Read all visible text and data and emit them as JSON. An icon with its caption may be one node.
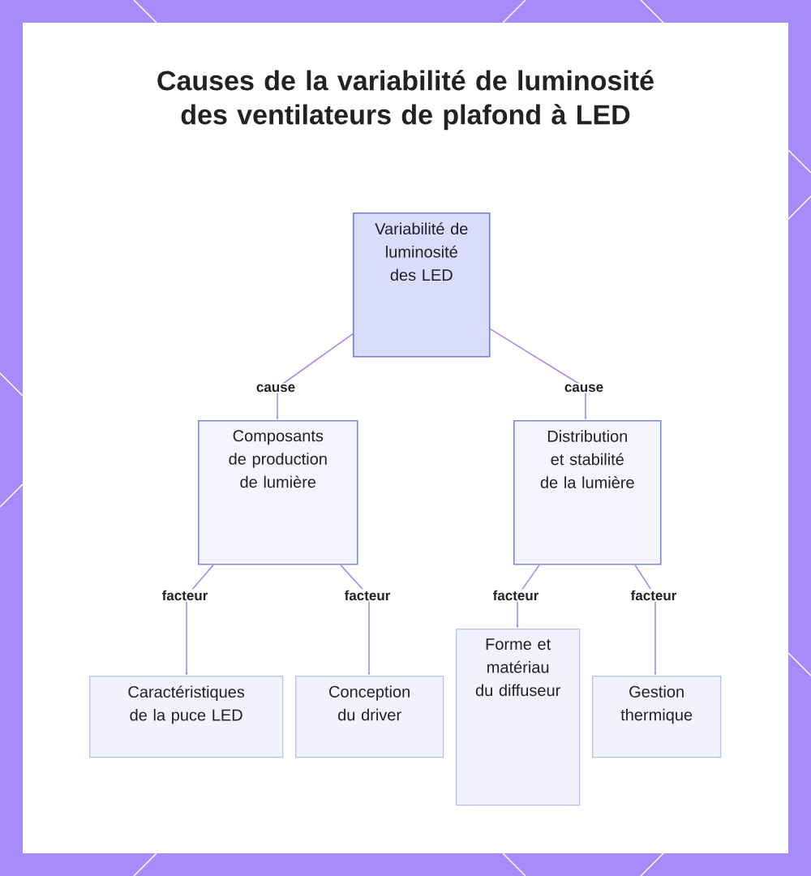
{
  "diagram": {
    "title": "Causes de la variabilité de luminosité des ventilateurs de plafond à LED",
    "nodes": [
      {
        "text": [
          "Variabilité de luminosité des LED"
        ]
      },
      {
        "text": [
          "Composants de production de lumière"
        ]
      },
      {
        "text": [
          "Distribution et stabilité de la lumière"
        ]
      },
      {
        "text": [
          "Caractéristiques de la puce LED"
        ]
      },
      {
        "text": [
          "Conception du driver"
        ]
      },
      {
        "text": [
          "Forme et matériau du diffuseur"
        ]
      },
      {
        "text": [
          "Gestion thermique"
        ]
      }
    ],
    "edges": [
      {
        "from": 0,
        "to": 1,
        "arrow": "to",
        "label": "cause"
      },
      {
        "from": 0,
        "to": 2,
        "arrow": "to",
        "label": "cause"
      },
      {
        "from": 1,
        "to": 3,
        "arrow": "to",
        "label": "facteur"
      },
      {
        "from": 1,
        "to": 4,
        "arrow": "to",
        "label": "facteur"
      },
      {
        "from": 2,
        "to": 5,
        "arrow": "to",
        "label": "facteur"
      },
      {
        "from": 2,
        "to": 6,
        "arrow": "to",
        "label": "facteur"
      }
    ]
  }
}
